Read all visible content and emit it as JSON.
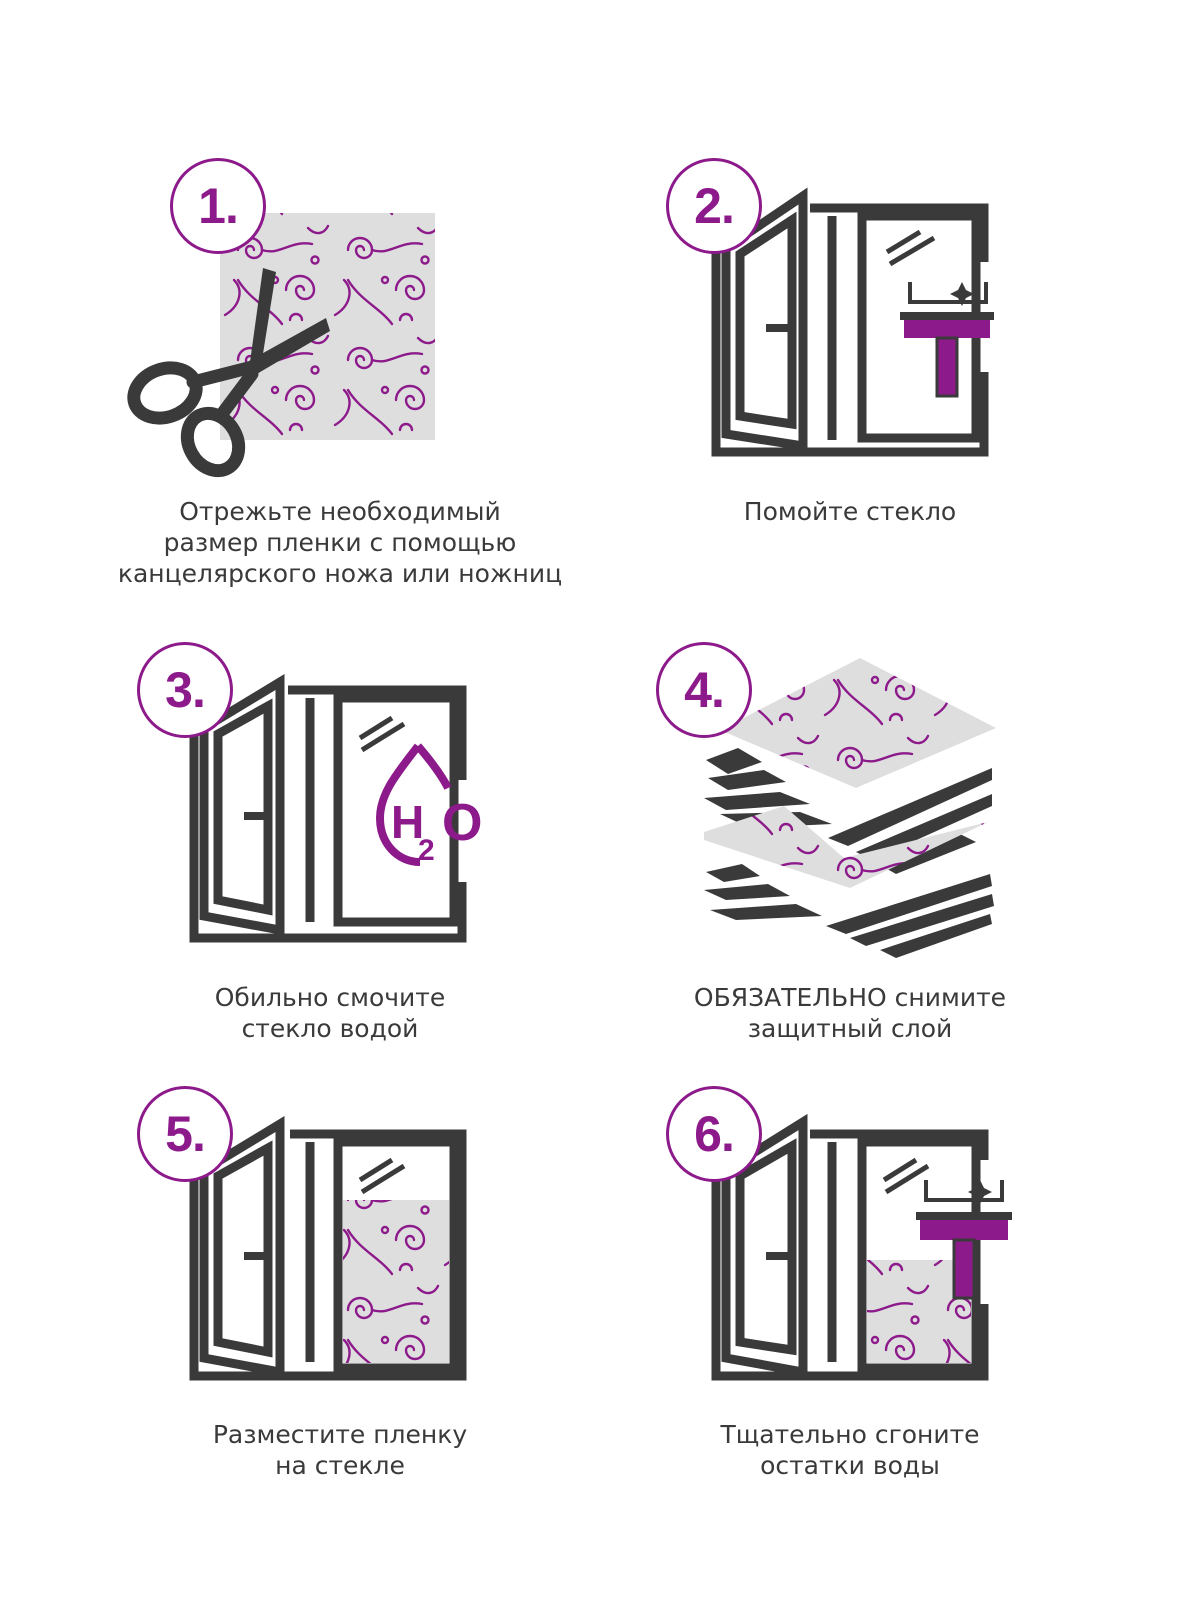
{
  "colors": {
    "accent": "#8d1a8b",
    "frame": "#3a3a3a",
    "film": "#dedede",
    "text": "#3a3a3a"
  },
  "steps": [
    {
      "number": "1.",
      "icon": "scissors-film-icon",
      "lines": [
        "Отрежьте необходимый",
        "размер пленки с помощью",
        "канцелярского ножа или ножниц"
      ]
    },
    {
      "number": "2.",
      "icon": "window-squeegee-icon",
      "lines": [
        "Помойте стекло"
      ]
    },
    {
      "number": "3.",
      "icon": "window-water-drop-icon",
      "h2o": {
        "h": "H",
        "sub": "2",
        "o": "O"
      },
      "lines": [
        "Обильно смочите",
        "стекло водой"
      ]
    },
    {
      "number": "4.",
      "icon": "peel-layers-icon",
      "lines": [
        "ОБЯЗАТЕЛЬНО снимите",
        "защитный слой"
      ]
    },
    {
      "number": "5.",
      "icon": "window-film-placed-icon",
      "lines": [
        "Разместите пленку",
        "на стекле"
      ]
    },
    {
      "number": "6.",
      "icon": "window-film-squeegee-icon",
      "lines": [
        "Тщательно сгоните",
        "остатки воды"
      ]
    }
  ]
}
